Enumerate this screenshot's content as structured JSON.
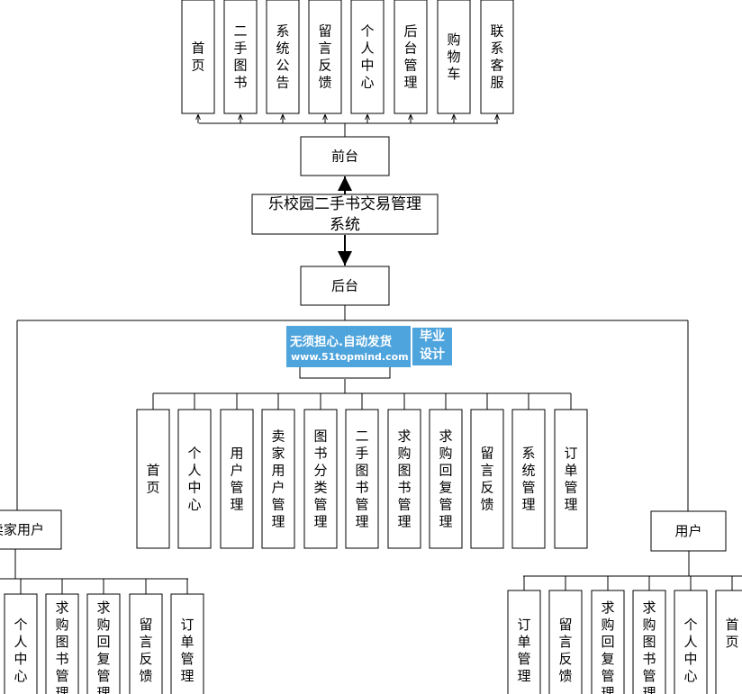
{
  "title": "乐校园二手书交易管理系统",
  "front": {
    "label": "前台",
    "modules": [
      "首页",
      "二手图书",
      "系统公告",
      "留言反馈",
      "个人中心",
      "后台管理",
      "购物车",
      "联系客服"
    ]
  },
  "back": {
    "label": "后台",
    "modules": [
      "首页",
      "个人中心",
      "用户管理",
      "卖家用户管理",
      "图书分类管理",
      "二手图书管理",
      "求购图书管理",
      "求购回复管理",
      "留言反馈",
      "系统管理",
      "订单管理"
    ]
  },
  "seller": {
    "label": "卖家用户",
    "modules": [
      "个人中心",
      "求购图书管理",
      "求购回复管理",
      "留言反馈",
      "订单管理"
    ]
  },
  "user": {
    "label": "用户",
    "modules": [
      "订单管理",
      "留言反馈",
      "求购回复管理",
      "求购图书管理",
      "个人中心",
      "首页"
    ]
  },
  "watermark": {
    "main": "无须担心.自动发货",
    "url": "www.51topmind.com",
    "badge": [
      "毕业",
      "设计"
    ]
  }
}
